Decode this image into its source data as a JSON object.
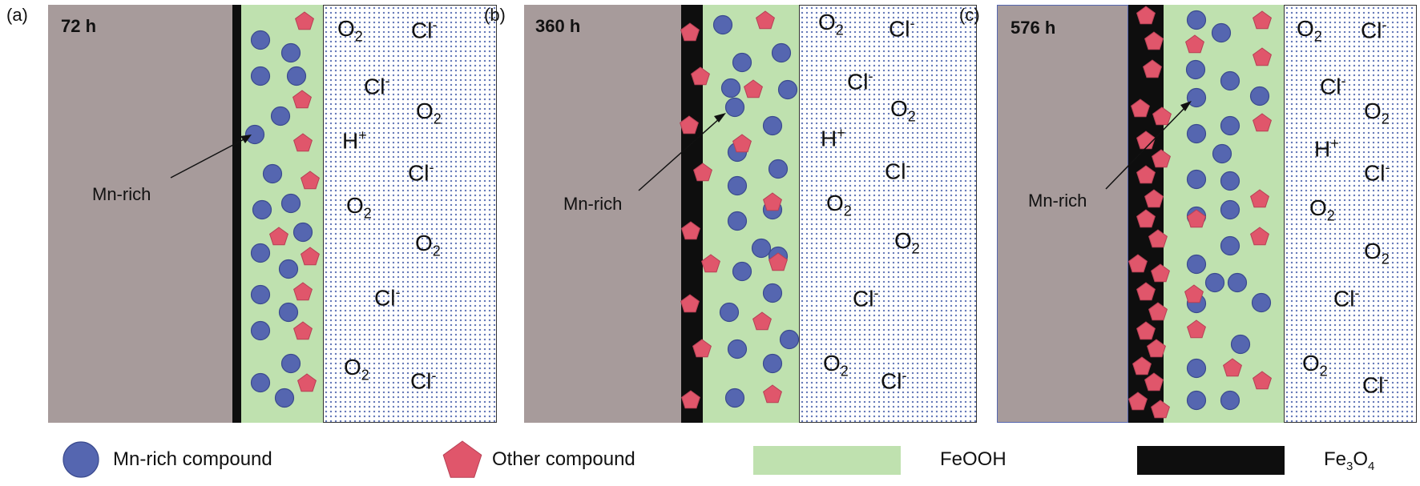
{
  "panels": [
    {
      "label": "(a)",
      "time": "72 h"
    },
    {
      "label": "(b)",
      "time": "360 h"
    },
    {
      "label": "(c)",
      "time": "576 h"
    }
  ],
  "annotation": {
    "mn_rich": "Mn-rich"
  },
  "species": {
    "o2": "O",
    "o2_sub": "2",
    "cl": "Cl",
    "cl_sup": "-",
    "h": "H",
    "h_sup": "+"
  },
  "legend": {
    "mn_rich_compound": "Mn-rich compound",
    "other_compound": "Other compound",
    "feooh": "FeOOH",
    "fe3o4_base": "Fe",
    "fe3o4_sub1": "3",
    "fe3o4_mid": "O",
    "fe3o4_sub2": "4"
  },
  "colors": {
    "metal": "#a79b9b",
    "fe3o4": "#0e0e0e",
    "feooh": "#bfe1af",
    "mn_rich": "#5566b0",
    "other": "#e0566b"
  }
}
